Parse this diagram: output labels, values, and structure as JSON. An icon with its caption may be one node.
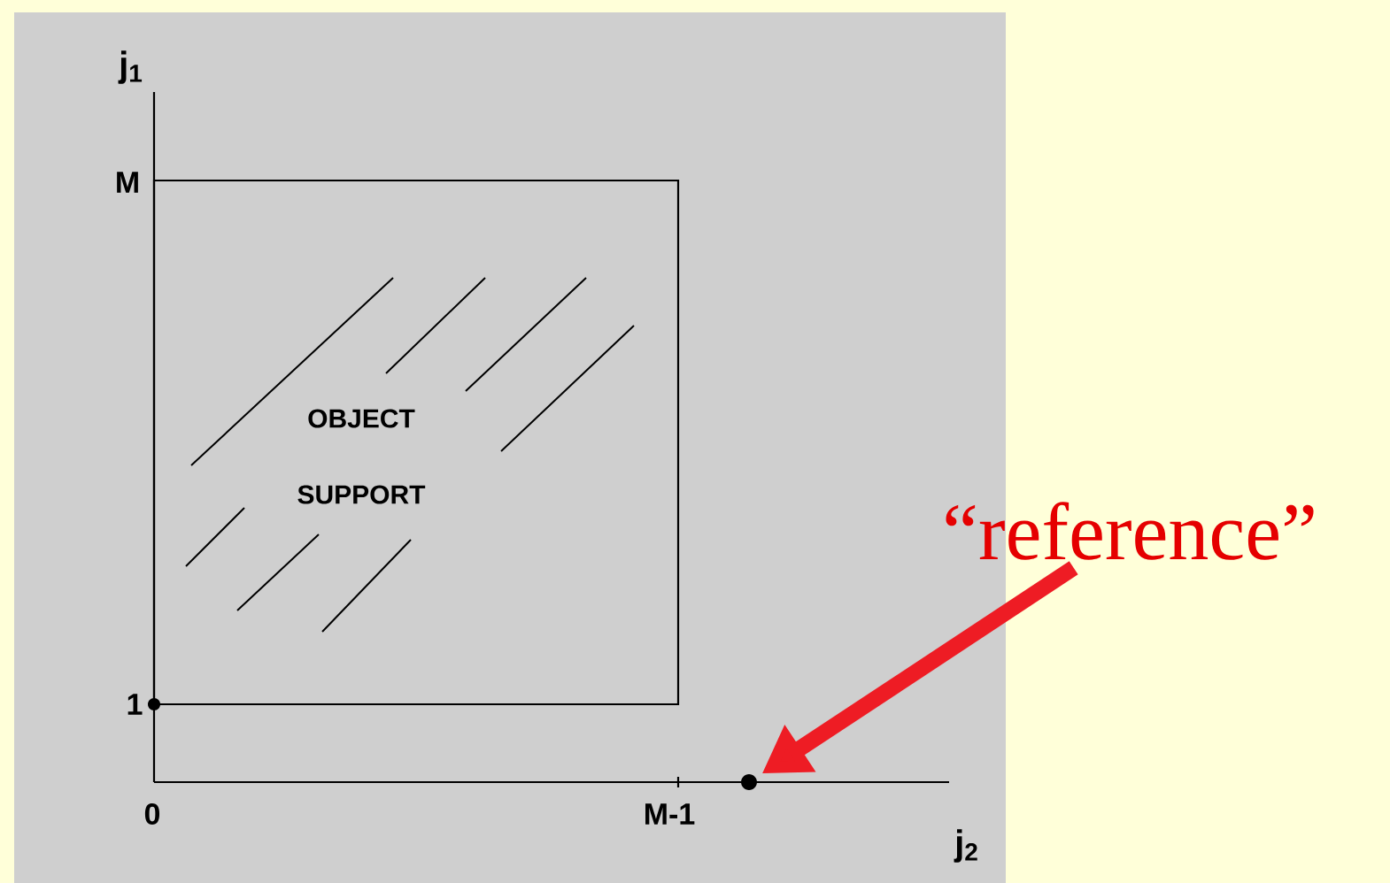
{
  "diagram": {
    "nodes": [
      {
        "text": [
          "OBJECT SUPPORT"
        ]
      },
      {
        "text": [
          "“reference”"
        ]
      },
      {
        "text": [],
        "shape": "circle"
      }
    ],
    "edges": [
      {
        "from": 1,
        "to": 2,
        "arrow": "to",
        "color": "#ee1c24"
      }
    ],
    "labels": [
      "j$_{1}$",
      "M",
      "1",
      "0",
      "M-1",
      "j$_{2}$"
    ]
  }
}
